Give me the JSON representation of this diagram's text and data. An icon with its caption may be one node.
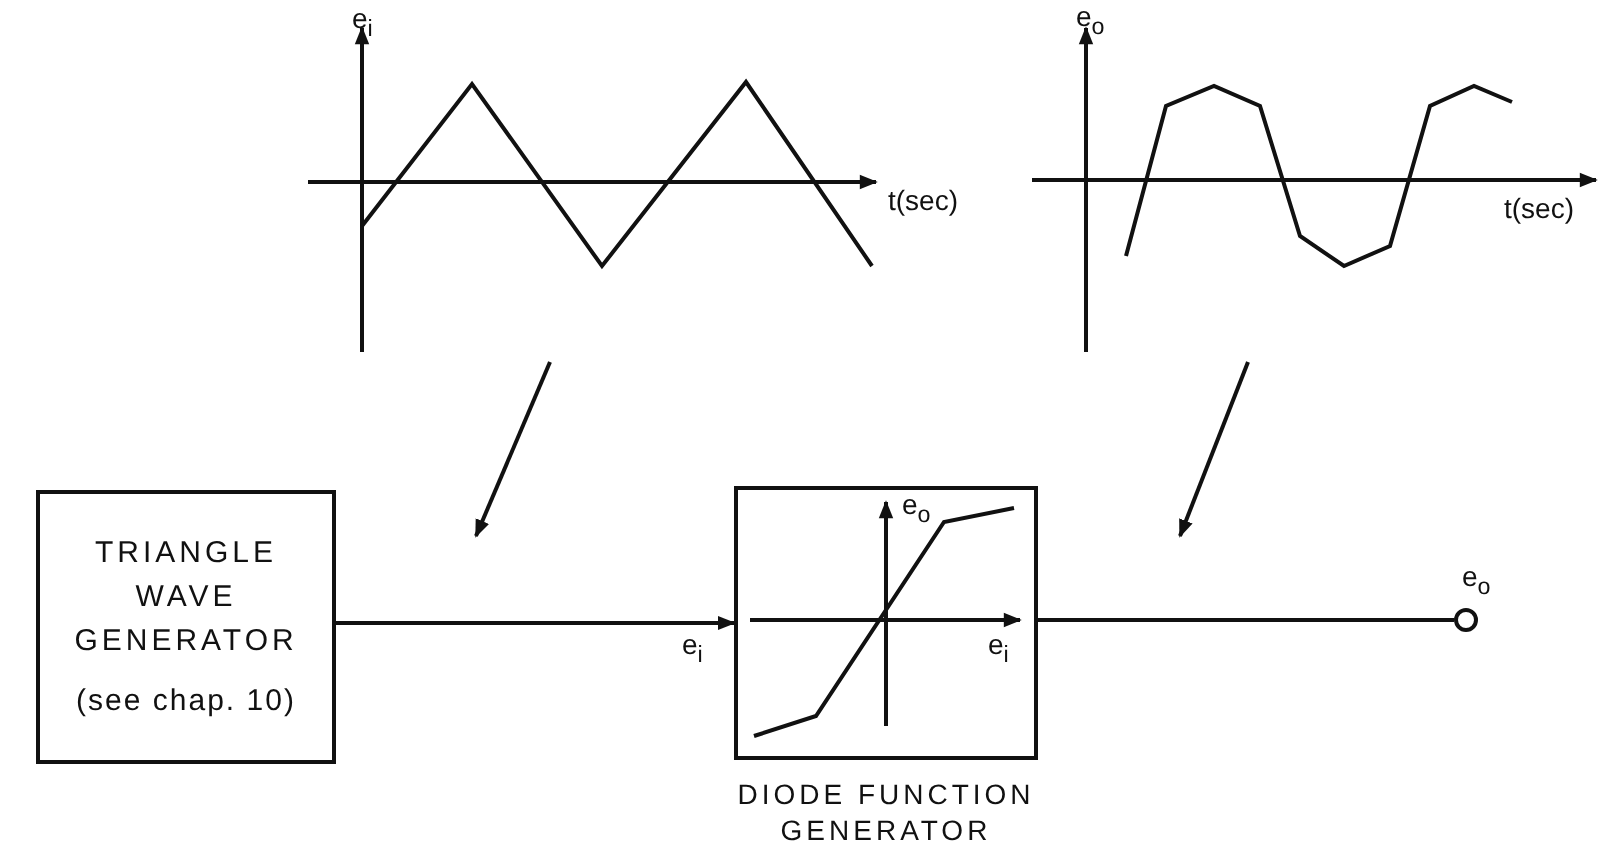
{
  "diagram": {
    "nodes": [
      {
        "text": [
          "TRIANGLE WAVE GENERATOR",
          "(see chap. 10)"
        ]
      },
      {
        "text": [
          "DIODE FUNCTION GENERATOR"
        ]
      },
      {
        "text": [],
        "shape": "circle",
        "beside": [
          "e$_{o}$"
        ]
      },
      {
        "text": [],
        "shape": "picture"
      },
      {
        "text": [],
        "shape": "picture"
      }
    ],
    "edges": [
      {
        "from": 0,
        "to": 1,
        "arrow": "to",
        "label": "e$_{i}$"
      },
      {
        "from": 1,
        "to": 2,
        "arrow": "none"
      },
      {
        "from": 3,
        "to": null,
        "arrow": "to"
      },
      {
        "from": 4,
        "to": null,
        "arrow": "to"
      }
    ],
    "labels": [
      "e$_{i}$",
      "t(sec)",
      "e$_{o}$",
      "t(sec)",
      "e$_{o}$",
      "e$_{i}$"
    ]
  }
}
